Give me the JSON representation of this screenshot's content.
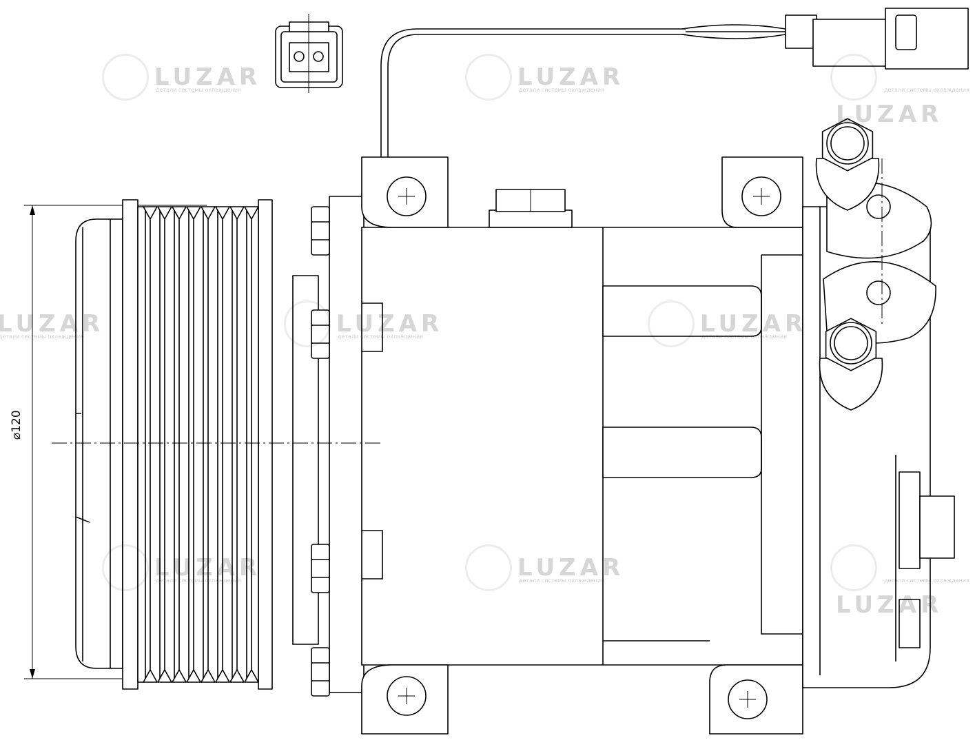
{
  "dimension": {
    "diameter_label": "⌀120"
  },
  "watermark": {
    "brand": "LUZAR",
    "tagline": "детали системы охлаждения"
  },
  "colors": {
    "line": "#000000",
    "watermark": "#e6e6e6"
  }
}
